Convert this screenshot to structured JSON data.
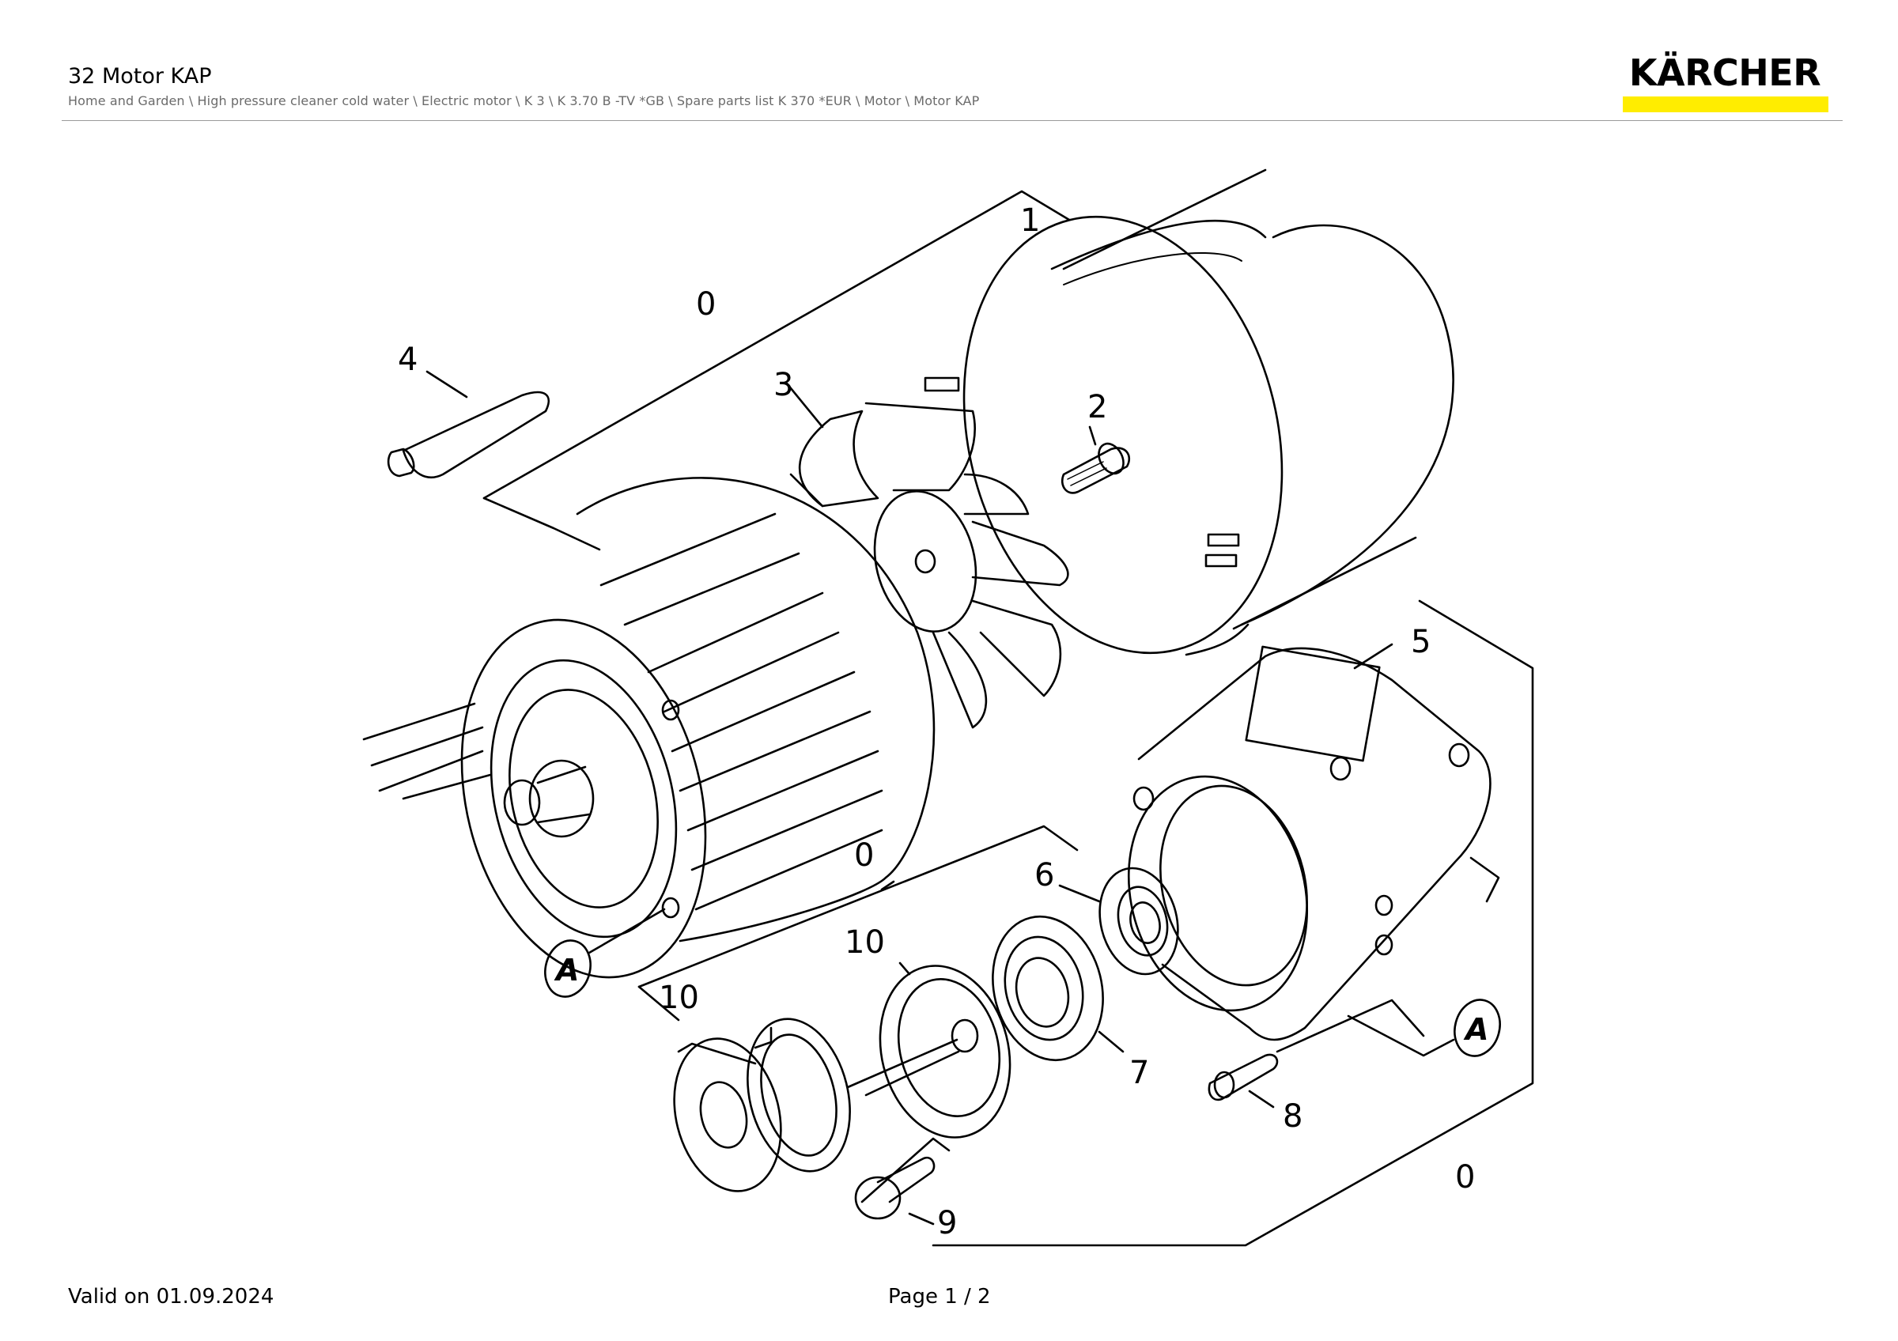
{
  "header": {
    "title": "32 Motor KAP",
    "breadcrumb": "Home and Garden \\ High pressure cleaner cold water \\ Electric motor \\ K 3 \\ K 3.70 B -TV *GB \\ Spare parts list K 370 *EUR \\ Motor \\ Motor KAP"
  },
  "logo": {
    "text": "KÄRCHER",
    "bar_color": "#ffed00"
  },
  "diagram": {
    "labels": {
      "l0a": "0",
      "l0b": "0",
      "l0c": "0",
      "l1": "1",
      "l2": "2",
      "l3": "3",
      "l4": "4",
      "l5": "5",
      "l6": "6",
      "l7": "7",
      "l8": "8",
      "l9": "9",
      "l10a": "10",
      "l10b": "10",
      "markA1": "A",
      "markA2": "A"
    }
  },
  "footer": {
    "valid": "Valid on 01.09.2024",
    "page": "Page 1 / 2"
  }
}
